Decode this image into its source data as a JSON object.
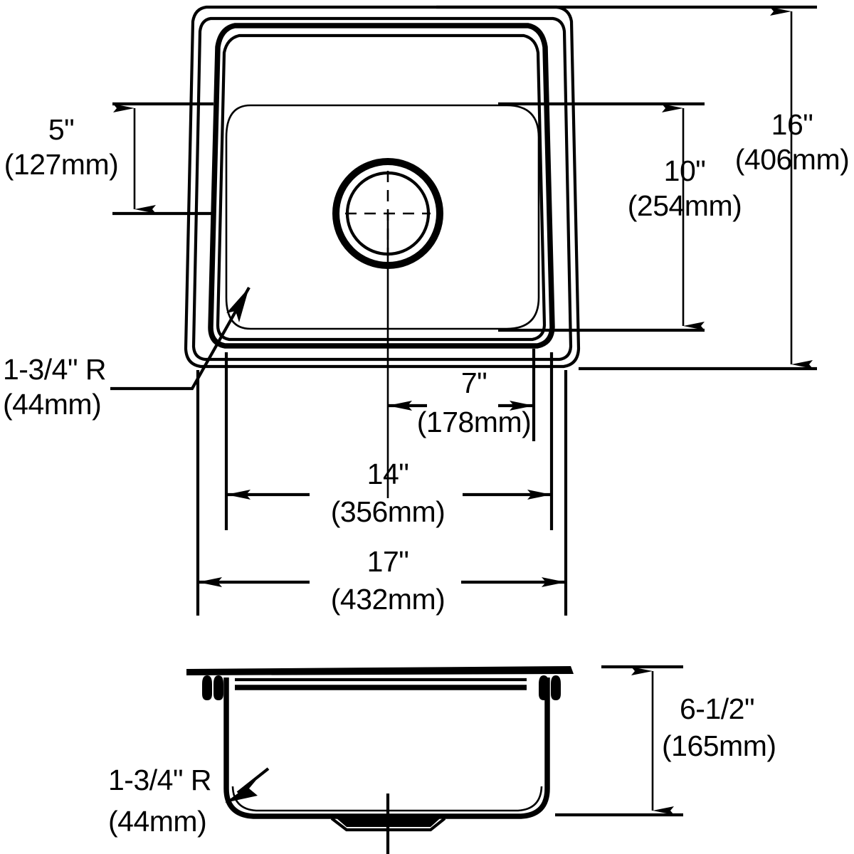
{
  "drawing": {
    "title": "Sink specification drawing",
    "views": [
      {
        "name": "top-view",
        "label": "Top view of sink with drain"
      },
      {
        "name": "side-view",
        "label": "Side cross-section view of sink basin"
      }
    ],
    "line_color": "#000000",
    "background_color": "#ffffff"
  },
  "dimensions": {
    "top_view": {
      "left_depth": {
        "inch": "5\"",
        "mm": "(127mm)"
      },
      "right_inner_height": {
        "inch": "10\"",
        "mm": "(254mm)"
      },
      "right_overall_height": {
        "inch": "16\"",
        "mm": "(406mm)"
      },
      "drain_offset": {
        "inch": "7\"",
        "mm": "(178mm)"
      },
      "inner_width": {
        "inch": "14\"",
        "mm": "(356mm)"
      },
      "overall_width": {
        "inch": "17\"",
        "mm": "(432mm)"
      },
      "corner_radius": {
        "inch": "1-3/4\" R",
        "mm": "(44mm)"
      }
    },
    "side_view": {
      "basin_depth": {
        "inch": "6-1/2\"",
        "mm": "(165mm)"
      },
      "corner_radius": {
        "inch": "1-3/4\" R",
        "mm": "(44mm)"
      }
    }
  }
}
